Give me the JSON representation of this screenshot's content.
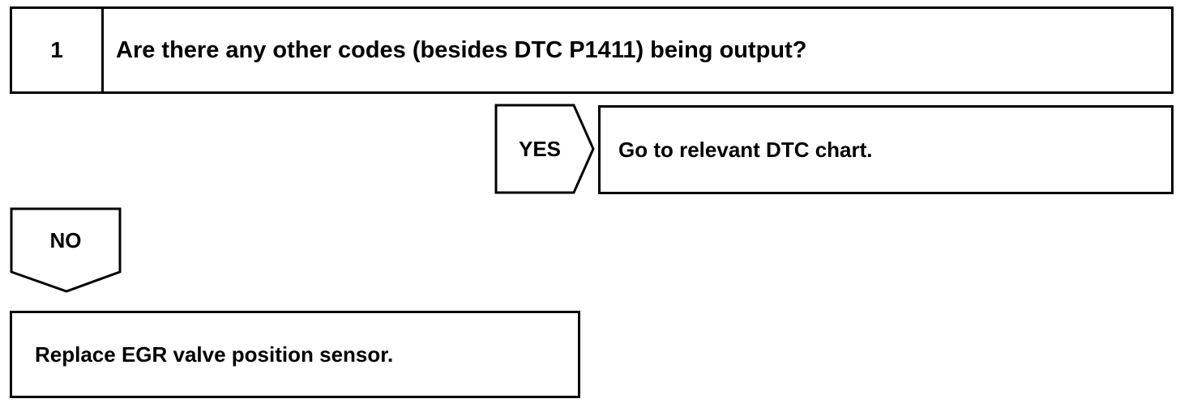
{
  "step": {
    "number": "1",
    "question": "Are there any other codes (besides DTC P1411) being output?"
  },
  "yes_branch": {
    "label": "YES",
    "result": "Go to relevant DTC chart."
  },
  "no_branch": {
    "label": "NO",
    "result": "Replace EGR valve position sensor."
  }
}
